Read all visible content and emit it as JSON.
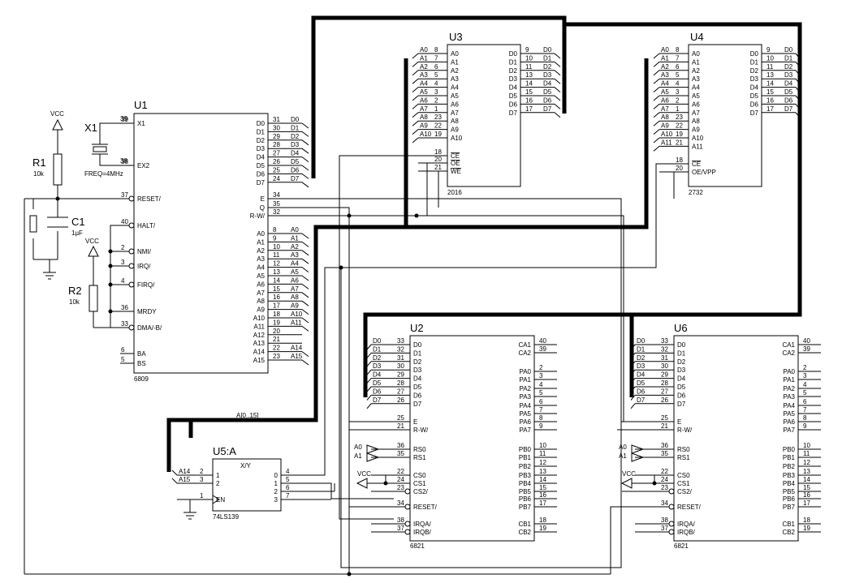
{
  "vcc": "VCC",
  "crystal": {
    "ref": "X1",
    "value": "FREQ=4MHz",
    "pin_top": "39",
    "pin_bot": "38"
  },
  "r1": {
    "ref": "R1",
    "value": "10k"
  },
  "r2": {
    "ref": "R2",
    "value": "10k"
  },
  "c1": {
    "ref": "C1",
    "value": "1µF"
  },
  "u1": {
    "ref": "U1",
    "part": "6809",
    "left": [
      [
        "39",
        "X1"
      ],
      [
        "38",
        "EX2"
      ],
      [
        "37",
        "RESET/"
      ],
      [
        "40",
        "HALT/"
      ],
      [
        "2",
        "NMI/"
      ],
      [
        "3",
        "IRQ/"
      ],
      [
        "4",
        "FIRQ/"
      ],
      [
        "36",
        "MRDY"
      ],
      [
        "33",
        "DMA/-B/"
      ],
      [
        "6",
        "BA"
      ],
      [
        "5",
        "BS"
      ]
    ],
    "right": [
      [
        "31",
        "D0"
      ],
      [
        "30",
        "D1"
      ],
      [
        "29",
        "D2"
      ],
      [
        "28",
        "D3"
      ],
      [
        "27",
        "D4"
      ],
      [
        "26",
        "D5"
      ],
      [
        "25",
        "D6"
      ],
      [
        "24",
        "D7"
      ],
      [
        "34",
        "E"
      ],
      [
        "35",
        "Q"
      ],
      [
        "32",
        "R-W/"
      ],
      [
        "8",
        "A0"
      ],
      [
        "9",
        "A1"
      ],
      [
        "10",
        "A2"
      ],
      [
        "11",
        "A3"
      ],
      [
        "12",
        "A4"
      ],
      [
        "13",
        "A5"
      ],
      [
        "14",
        "A6"
      ],
      [
        "15",
        "A7"
      ],
      [
        "16",
        "A8"
      ],
      [
        "17",
        "A9"
      ],
      [
        "18",
        "A10"
      ],
      [
        "19",
        "A11"
      ],
      [
        "20",
        "A12"
      ],
      [
        "21",
        "A13"
      ],
      [
        "22",
        "A14"
      ],
      [
        "23",
        "A15"
      ]
    ],
    "right_nets": [
      "D0",
      "D1",
      "D2",
      "D3",
      "D4",
      "D5",
      "D6",
      "D7",
      "",
      "",
      "",
      "A0",
      "A1",
      "A2",
      "A3",
      "A4",
      "A5",
      "A6",
      "A7",
      "A8",
      "A9",
      "A10",
      "A11",
      "",
      "",
      "A14",
      "A15"
    ]
  },
  "u3": {
    "ref": "U3",
    "part": "2016",
    "left": [
      [
        "8",
        "A0"
      ],
      [
        "7",
        "A1"
      ],
      [
        "6",
        "A2"
      ],
      [
        "5",
        "A3"
      ],
      [
        "4",
        "A4"
      ],
      [
        "3",
        "A5"
      ],
      [
        "2",
        "A6"
      ],
      [
        "1",
        "A7"
      ],
      [
        "23",
        "A8"
      ],
      [
        "22",
        "A9"
      ],
      [
        "19",
        "A10"
      ],
      [
        "18",
        "CE"
      ],
      [
        "20",
        "OE"
      ],
      [
        "21",
        "WE"
      ]
    ],
    "left_nets": [
      "A0",
      "A1",
      "A2",
      "A3",
      "A4",
      "A5",
      "A6",
      "A7",
      "A8",
      "A9",
      "A10",
      "",
      "",
      ""
    ],
    "right": [
      [
        "9",
        "D0"
      ],
      [
        "10",
        "D1"
      ],
      [
        "11",
        "D2"
      ],
      [
        "13",
        "D3"
      ],
      [
        "14",
        "D4"
      ],
      [
        "15",
        "D5"
      ],
      [
        "16",
        "D6"
      ],
      [
        "17",
        "D7"
      ]
    ],
    "right_nets": [
      "D0",
      "D1",
      "D2",
      "D3",
      "D4",
      "D5",
      "D6",
      "D7"
    ]
  },
  "u4": {
    "ref": "U4",
    "part": "2732",
    "left": [
      [
        "8",
        "A0"
      ],
      [
        "7",
        "A1"
      ],
      [
        "6",
        "A2"
      ],
      [
        "5",
        "A3"
      ],
      [
        "4",
        "A4"
      ],
      [
        "3",
        "A5"
      ],
      [
        "2",
        "A6"
      ],
      [
        "1",
        "A7"
      ],
      [
        "23",
        "A8"
      ],
      [
        "22",
        "A9"
      ],
      [
        "19",
        "A10"
      ],
      [
        "21",
        "A11"
      ],
      [
        "18",
        "CE"
      ],
      [
        "20",
        "OE/VPP"
      ]
    ],
    "left_nets": [
      "A0",
      "A1",
      "A2",
      "A3",
      "A4",
      "A5",
      "A6",
      "A7",
      "A8",
      "A9",
      "A10",
      "A11",
      "",
      ""
    ],
    "right": [
      [
        "9",
        "D0"
      ],
      [
        "10",
        "D1"
      ],
      [
        "11",
        "D2"
      ],
      [
        "13",
        "D3"
      ],
      [
        "14",
        "D4"
      ],
      [
        "15",
        "D5"
      ],
      [
        "16",
        "D6"
      ],
      [
        "17",
        "D7"
      ]
    ],
    "right_nets": [
      "D0",
      "D1",
      "D2",
      "D3",
      "D4",
      "D5",
      "D6",
      "D7"
    ]
  },
  "pia_left": [
    [
      "33",
      "D0"
    ],
    [
      "32",
      "D1"
    ],
    [
      "31",
      "D2"
    ],
    [
      "30",
      "D3"
    ],
    [
      "29",
      "D4"
    ],
    [
      "28",
      "D5"
    ],
    [
      "27",
      "D6"
    ],
    [
      "26",
      "D7"
    ],
    [
      "25",
      "E"
    ],
    [
      "21",
      "R-W/"
    ],
    [
      "36",
      "RS0"
    ],
    [
      "35",
      "RS1"
    ],
    [
      "22",
      "CS0"
    ],
    [
      "24",
      "CS1"
    ],
    [
      "23",
      "CS2/"
    ],
    [
      "34",
      "RESET/"
    ],
    [
      "38",
      "IRQA/"
    ],
    [
      "37",
      "IRQB/"
    ]
  ],
  "pia_left_nets": [
    "D0",
    "D1",
    "D2",
    "D3",
    "D4",
    "D5",
    "D6",
    "D7"
  ],
  "pia_right": [
    [
      "40",
      "CA1"
    ],
    [
      "39",
      "CA2"
    ],
    [
      "2",
      "PA0"
    ],
    [
      "3",
      "PA1"
    ],
    [
      "4",
      "PA2"
    ],
    [
      "5",
      "PA3"
    ],
    [
      "6",
      "PA4"
    ],
    [
      "7",
      "PA5"
    ],
    [
      "8",
      "PA6"
    ],
    [
      "9",
      "PA7"
    ],
    [
      "10",
      "PB0"
    ],
    [
      "11",
      "PB1"
    ],
    [
      "12",
      "PB2"
    ],
    [
      "13",
      "PB3"
    ],
    [
      "14",
      "PB4"
    ],
    [
      "15",
      "PB5"
    ],
    [
      "16",
      "PB6"
    ],
    [
      "17",
      "PB7"
    ],
    [
      "18",
      "CB1"
    ],
    [
      "19",
      "CB2"
    ]
  ],
  "u2": {
    "ref": "U2",
    "part": "6821"
  },
  "u6": {
    "ref": "U6",
    "part": "6821"
  },
  "rs_nets": [
    "A0",
    "A1"
  ],
  "u5": {
    "ref": "U5:A",
    "part": "74LS139",
    "title": "X/Y",
    "left": [
      [
        "2",
        "1"
      ],
      [
        "3",
        "2"
      ],
      [
        "1",
        "EN"
      ]
    ],
    "left_nets": [
      "A14",
      "A15",
      ""
    ],
    "right": [
      [
        "4",
        "0"
      ],
      [
        "5",
        "1"
      ],
      [
        "6",
        "2"
      ],
      [
        "7",
        "3"
      ]
    ]
  },
  "bus_label": "A[0..15]"
}
